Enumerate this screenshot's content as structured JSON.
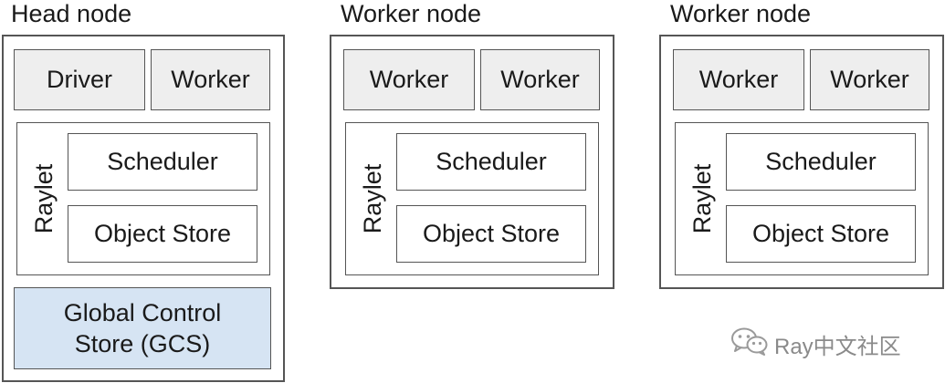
{
  "head": {
    "title": "Head node",
    "driver": "Driver",
    "worker": "Worker",
    "raylet": "Raylet",
    "scheduler": "Scheduler",
    "object_store": "Object Store",
    "gcs_line1": "Global Control",
    "gcs_line2": "Store (GCS)"
  },
  "workers": [
    {
      "title": "Worker node",
      "worker_a": "Worker",
      "worker_b": "Worker",
      "raylet": "Raylet",
      "scheduler": "Scheduler",
      "object_store": "Object Store"
    },
    {
      "title": "Worker node",
      "worker_a": "Worker",
      "worker_b": "Worker",
      "raylet": "Raylet",
      "scheduler": "Scheduler",
      "object_store": "Object Store"
    }
  ],
  "watermark": {
    "icon": "wechat-icon",
    "text": "Ray中文社区"
  },
  "colors": {
    "process_fill": "#eeeeee",
    "gcs_fill": "#d6e4f3",
    "border": "#555555"
  }
}
